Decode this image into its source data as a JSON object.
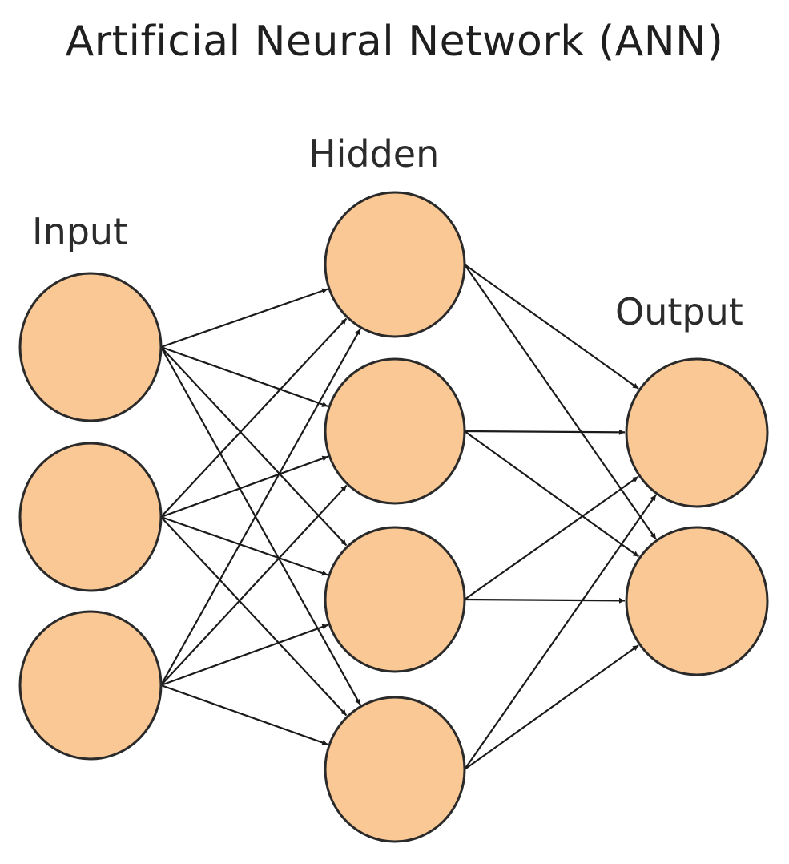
{
  "title": "Artificial Neural Network (ANN)",
  "layers": [
    {
      "label": "Input",
      "nodes": 3
    },
    {
      "label": "Hidden",
      "nodes": 4
    },
    {
      "label": "Output",
      "nodes": 2
    }
  ],
  "colors": {
    "node_fill": "#F9C894",
    "node_stroke": "#2a2a2a",
    "edge": "#1a1a1a",
    "text": "#222222"
  }
}
